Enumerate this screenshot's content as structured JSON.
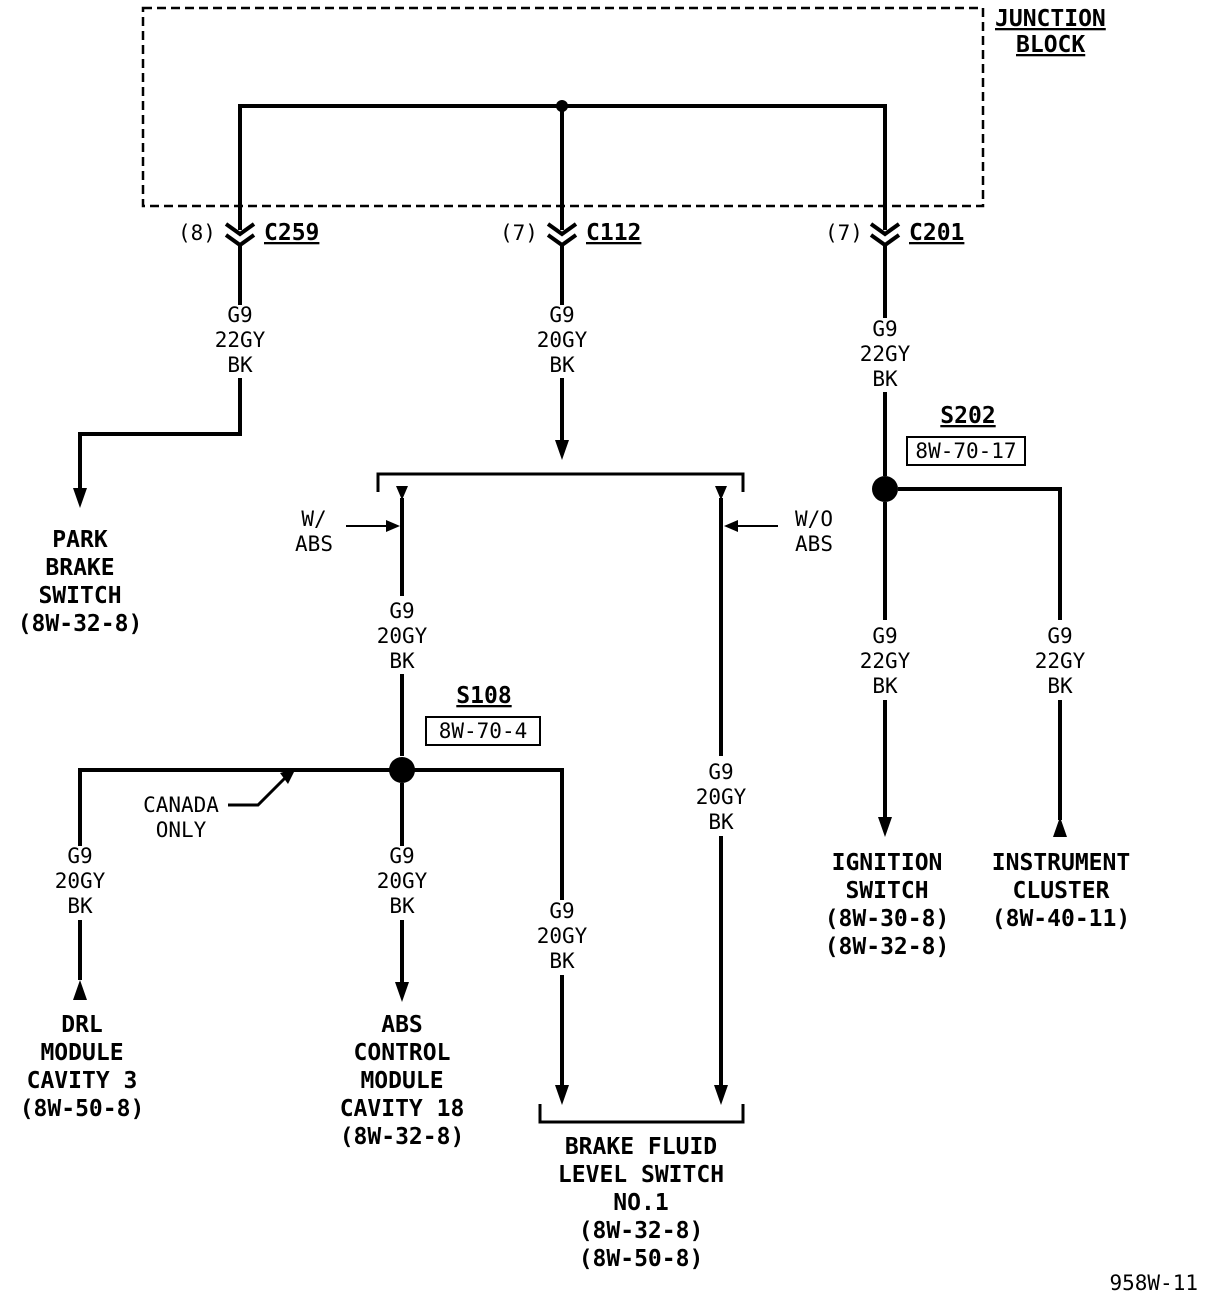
{
  "junction_block": {
    "line1": "JUNCTION",
    "line2": "BLOCK"
  },
  "connectors": {
    "c259": {
      "pin": "(8)",
      "name": "C259"
    },
    "c112": {
      "pin": "(7)",
      "name": "C112"
    },
    "c201": {
      "pin": "(7)",
      "name": "C201"
    }
  },
  "wire": {
    "circuit": "G9",
    "gauge_22": "22GY",
    "gauge_20": "20GY",
    "tracer": "BK"
  },
  "options": {
    "with_abs_1": "W/",
    "with_abs_2": "ABS",
    "without_abs_1": "W/O",
    "without_abs_2": "ABS",
    "canada_1": "CANADA",
    "canada_2": "ONLY"
  },
  "splices": {
    "s108": {
      "name": "S108",
      "ref": "8W-70-4"
    },
    "s202": {
      "name": "S202",
      "ref": "8W-70-17"
    }
  },
  "components": {
    "park_brake": [
      "PARK",
      "BRAKE",
      "SWITCH",
      "(8W-32-8)"
    ],
    "drl_module": [
      "DRL",
      "MODULE",
      "CAVITY 3",
      "(8W-50-8)"
    ],
    "abs_module": [
      "ABS",
      "CONTROL",
      "MODULE",
      "CAVITY 18",
      "(8W-32-8)"
    ],
    "brake_fluid": [
      "BRAKE FLUID",
      "LEVEL SWITCH",
      "NO.1",
      "(8W-32-8)",
      "(8W-50-8)"
    ],
    "ignition_switch": [
      "IGNITION",
      "SWITCH",
      "(8W-30-8)",
      "(8W-32-8)"
    ],
    "instrument_cluster": [
      "INSTRUMENT",
      "CLUSTER",
      "(8W-40-11)"
    ]
  },
  "figure_id": "958W-11"
}
